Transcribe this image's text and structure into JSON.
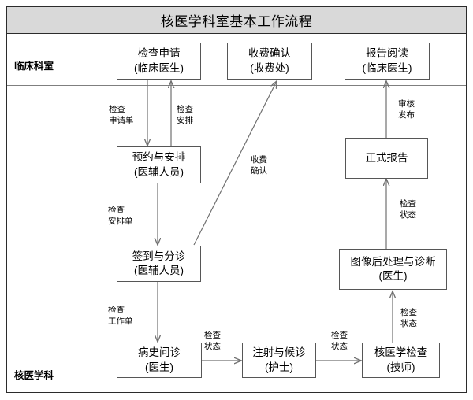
{
  "diagram": {
    "title": "核医学科室基本工作流程",
    "lanes": [
      {
        "id": "clinical",
        "label": "临床科室"
      },
      {
        "id": "nuclear",
        "label": "核医学科"
      }
    ],
    "nodes": [
      {
        "id": "exam-request",
        "line1": "检查申请",
        "line2": "(临床医生)"
      },
      {
        "id": "charge-confirm",
        "line1": "收费确认",
        "line2": "(收费处)"
      },
      {
        "id": "report-read",
        "line1": "报告阅读",
        "line2": "(临床医生)"
      },
      {
        "id": "booking-schedule",
        "line1": "预约与安排",
        "line2": "(医辅人员)"
      },
      {
        "id": "formal-report",
        "line1": "正式报告",
        "line2": ""
      },
      {
        "id": "signin-triage",
        "line1": "签到与分诊",
        "line2": "(医辅人员)"
      },
      {
        "id": "image-post-dx",
        "line1": "图像后处理与诊断",
        "line2": "(医生)"
      },
      {
        "id": "history-inquiry",
        "line1": "病史问诊",
        "line2": "(医生)"
      },
      {
        "id": "injection-wait",
        "line1": "注射与候诊",
        "line2": "(护士)"
      },
      {
        "id": "nuclear-exam",
        "line1": "核医学检查",
        "line2": "(技师)"
      }
    ],
    "edge_labels": [
      {
        "id": "exam-request-form",
        "line1": "检查",
        "line2": "申请单"
      },
      {
        "id": "exam-arrangement",
        "line1": "检查",
        "line2": "安排"
      },
      {
        "id": "charge-confirmed",
        "line1": "收费",
        "line2": "确认"
      },
      {
        "id": "review-publish",
        "line1": "审核",
        "line2": "发布"
      },
      {
        "id": "schedule-form",
        "line1": "检查",
        "line2": "安排单"
      },
      {
        "id": "exam-status-report",
        "line1": "检查",
        "line2": "状态"
      },
      {
        "id": "work-order",
        "line1": "检查",
        "line2": "工作单"
      },
      {
        "id": "exam-status-1",
        "line1": "检查",
        "line2": "状态"
      },
      {
        "id": "exam-status-2",
        "line1": "检查",
        "line2": "状态"
      },
      {
        "id": "exam-status-3",
        "line1": "检查",
        "line2": "状态"
      }
    ],
    "colors": {
      "title_bar_fill": "#d9d9d9",
      "frame_stroke": "#2b2b2b",
      "lane_stroke": "#7f7f7f",
      "node_stroke": "#565656",
      "edge_stroke": "#707070",
      "background": "#ffffff"
    }
  }
}
